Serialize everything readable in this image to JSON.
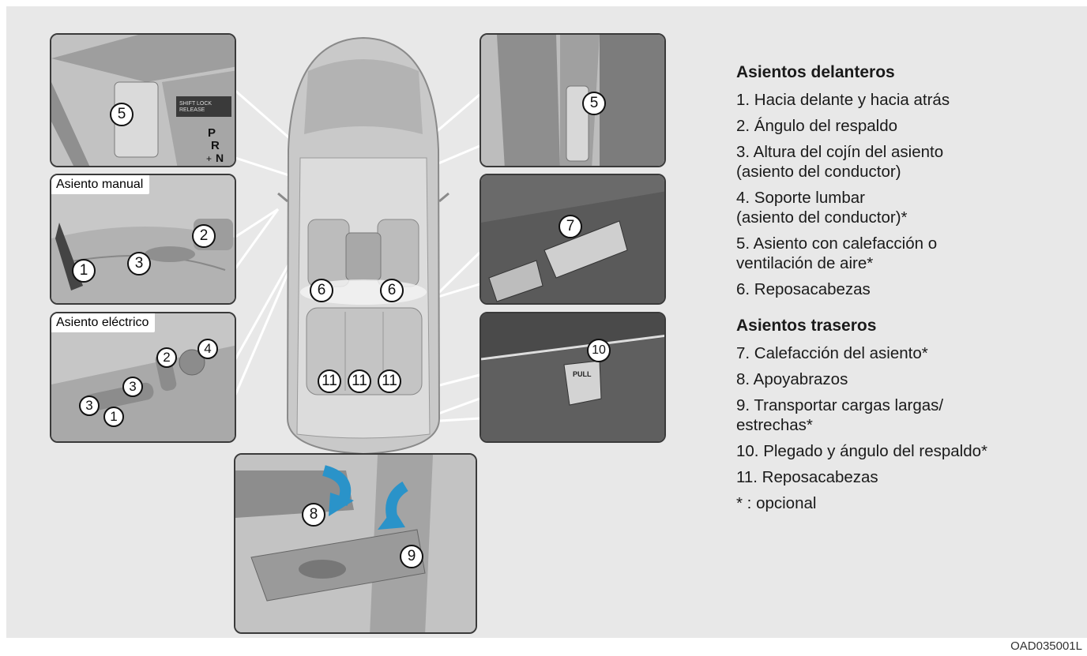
{
  "panels": {
    "manual_seat_tag": "Asiento manual",
    "power_seat_tag": "Asiento eléctrico"
  },
  "callouts": {
    "top_left": [
      "5"
    ],
    "top_right": [
      "5"
    ],
    "manual": [
      "1",
      "2",
      "3"
    ],
    "power": [
      "1",
      "2",
      "3",
      "3",
      "4"
    ],
    "door": [
      "7"
    ],
    "trunk": [
      "10"
    ],
    "rear": [
      "8",
      "9"
    ],
    "car": [
      "6",
      "6",
      "11",
      "11",
      "11"
    ]
  },
  "shifter": {
    "button": "SHIFT LOCK RELEASE",
    "p": "P",
    "r": "R",
    "n": "N",
    "plus": "+"
  },
  "trunk_button": "PULL",
  "legend": {
    "front_title": "Asientos delanteros",
    "front_items": [
      "1. Hacia delante y hacia atrás",
      "2. Ángulo del respaldo",
      "3. Altura del cojín del asiento\n   (asiento del conductor)",
      "4. Soporte lumbar\n   (asiento del conductor)*",
      "5. Asiento con calefacción o\n   ventilación de aire*",
      "6. Reposacabezas"
    ],
    "rear_title": "Asientos traseros",
    "rear_items": [
      "7. Calefacción del asiento*",
      "8. Apoyabrazos",
      "9. Transportar cargas largas/\n   estrechas*",
      "10. Plegado y ángulo del respaldo*",
      "11. Reposacabezas",
      "* : opcional"
    ]
  },
  "figure_code": "OAD035001L",
  "colors": {
    "frame": "#e8e8e8",
    "arrow": "#2a93c9",
    "border": "#3a3a3a"
  }
}
